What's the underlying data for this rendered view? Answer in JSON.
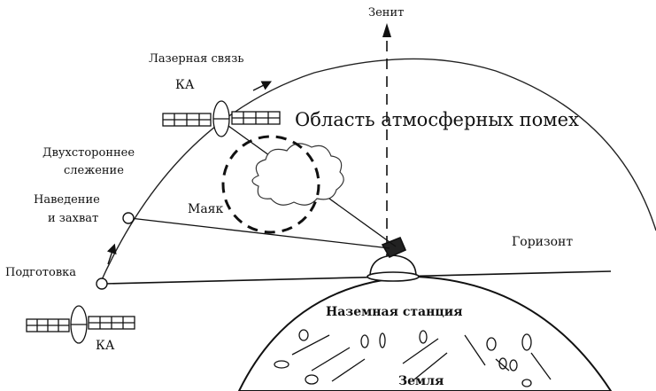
{
  "labels": {
    "zenith": "Зенит",
    "laser_link": "Лазерная связь",
    "spacecraft_top": "КА",
    "atmos_region": "Область атмосферных помех",
    "two_way": "Двухстороннее",
    "tracking": "слежение",
    "pointing": "Наведение",
    "acquisition": "и захват",
    "beacon": "Маяк",
    "horizon": "Горизонт",
    "preparation": "Подготовка",
    "spacecraft_bottom": "КА",
    "ground_station": "Наземная станция",
    "earth": "Земля"
  },
  "colors": {
    "ink": "#111111",
    "background": "#ffffff"
  }
}
